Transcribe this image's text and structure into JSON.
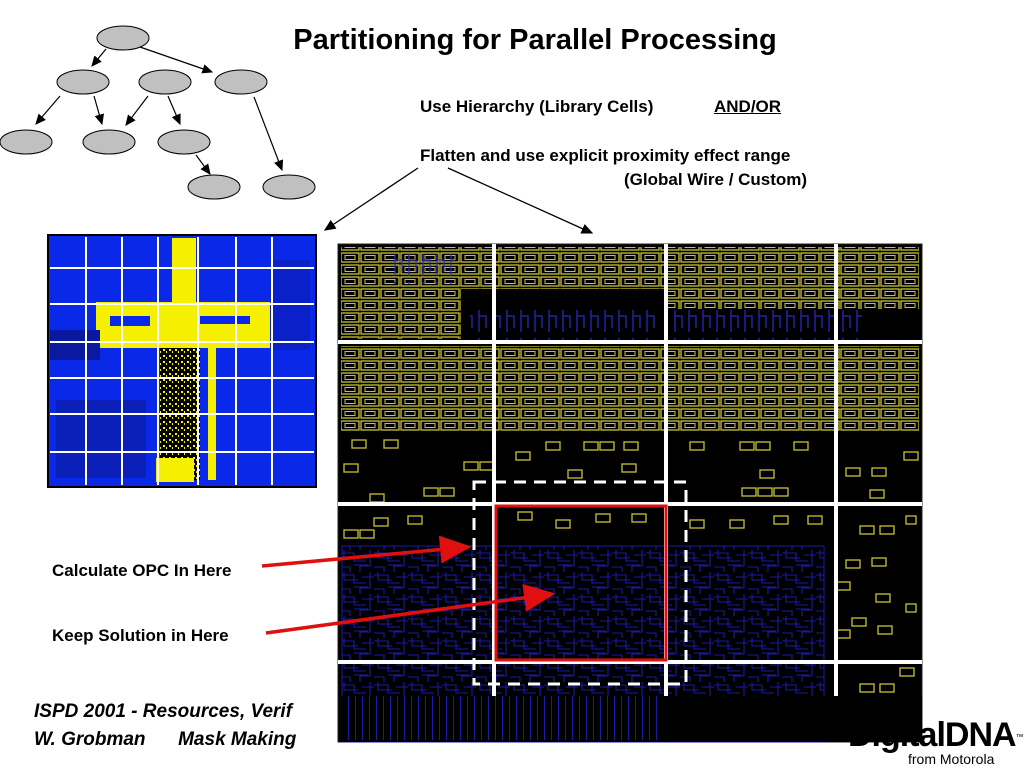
{
  "slide": {
    "title": "Partitioning for Parallel Processing",
    "option1": "Use Hierarchy (Library Cells)",
    "connector": "AND/OR",
    "option2": "Flatten and use explicit proximity effect range",
    "option2_detail": "(Global Wire / Custom)",
    "label_calc": "Calculate OPC In Here",
    "label_keep": "Keep Solution in Here",
    "footer_line1": "ISPD 2001 - Resources, Verif",
    "footer_line2_name": "W. Grobman",
    "footer_line2_topic": "Mask Making",
    "logo_main": "DigitalDNA",
    "logo_tm": "™",
    "logo_sub": "from Motorola"
  },
  "colors": {
    "layout_bg": "#000000",
    "metal_yellow": "#c9c233",
    "poly_blue": "#1a1aa8",
    "left_blue": "#0a28e8",
    "left_yellow": "#f5f000",
    "red_box": "#e01010",
    "node_gray": "#c0c0c0"
  }
}
